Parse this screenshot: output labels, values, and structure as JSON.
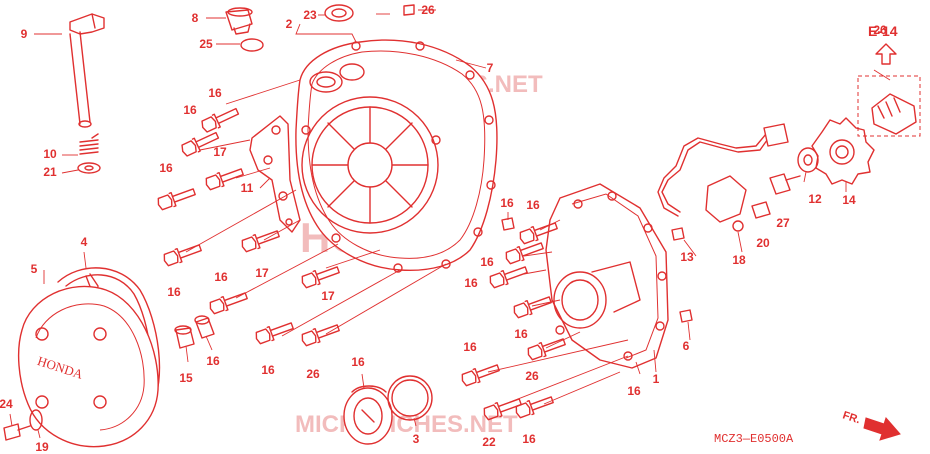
{
  "diagram": {
    "diagram_code": "MCZ3—E0500A",
    "reference_label": "E-14",
    "direction_label": "FR.",
    "cover_brand": "HONDA",
    "watermarks": [
      "MICROFICHES.NET",
      "HONDA",
      "MICROFICHES.NET"
    ],
    "colors": {
      "line": "#e03030",
      "watermark": "#f2bcbc",
      "background": "#ffffff"
    },
    "callouts": [
      "9",
      "8",
      "23",
      "2",
      "26",
      "25",
      "7",
      "16",
      "16",
      "17",
      "16",
      "11",
      "10",
      "21",
      "4",
      "5",
      "16",
      "17",
      "16",
      "17",
      "16",
      "26",
      "16",
      "16",
      "16",
      "16",
      "16",
      "16",
      "26",
      "13",
      "18",
      "27",
      "20",
      "12",
      "14",
      "15",
      "16",
      "16",
      "3",
      "24",
      "19",
      "22",
      "16",
      "16",
      "1",
      "6",
      "26",
      "E-14"
    ]
  }
}
